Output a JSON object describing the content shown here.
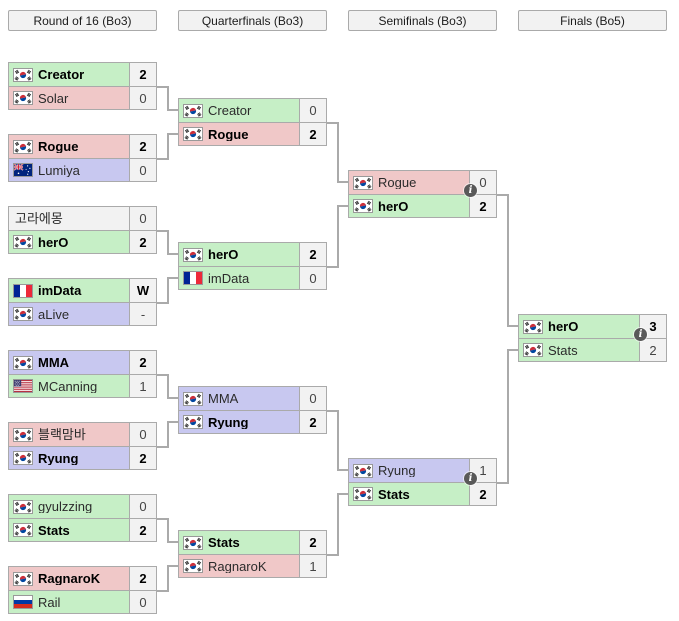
{
  "race_colors": {
    "green": "#c6efc6",
    "red": "#f0c8c8",
    "purple": "#c8c8f0",
    "none": "#f2f2f2"
  },
  "ui_colors": {
    "border": "#aaaaaa",
    "connector": "#aaaaaa",
    "score_bg": "#f2f2f2",
    "header_bg": "#f2f2f2",
    "info_icon_bg": "#595959"
  },
  "info_icon_glyph": "i",
  "columns": [
    {
      "header": "Round of 16 (Bo3)",
      "matches": [
        {
          "players": [
            {
              "name": "Creator",
              "flag": "kr",
              "race": "green",
              "score": "2",
              "winner": true
            },
            {
              "name": "Solar",
              "flag": "kr",
              "race": "red",
              "score": "0",
              "winner": false
            }
          ]
        },
        {
          "players": [
            {
              "name": "Rogue",
              "flag": "kr",
              "race": "red",
              "score": "2",
              "winner": true
            },
            {
              "name": "Lumiya",
              "flag": "au",
              "race": "purple",
              "score": "0",
              "winner": false
            }
          ]
        },
        {
          "players": [
            {
              "name": "고라에몽",
              "flag": null,
              "race": "none",
              "score": "0",
              "winner": false
            },
            {
              "name": "herO",
              "flag": "kr",
              "race": "green",
              "score": "2",
              "winner": true
            }
          ]
        },
        {
          "players": [
            {
              "name": "imData",
              "flag": "fr",
              "race": "green",
              "score": "W",
              "winner": true
            },
            {
              "name": "aLive",
              "flag": "kr",
              "race": "purple",
              "score": "-",
              "winner": false
            }
          ]
        },
        {
          "players": [
            {
              "name": "MMA",
              "flag": "kr",
              "race": "purple",
              "score": "2",
              "winner": true
            },
            {
              "name": "MCanning",
              "flag": "us",
              "race": "green",
              "score": "1",
              "winner": false
            }
          ]
        },
        {
          "players": [
            {
              "name": "블랙맘바",
              "flag": "kr",
              "race": "red",
              "score": "0",
              "winner": false
            },
            {
              "name": "Ryung",
              "flag": "kr",
              "race": "purple",
              "score": "2",
              "winner": true
            }
          ]
        },
        {
          "players": [
            {
              "name": "gyulzzing",
              "flag": "kr",
              "race": "green",
              "score": "0",
              "winner": false
            },
            {
              "name": "Stats",
              "flag": "kr",
              "race": "green",
              "score": "2",
              "winner": true
            }
          ]
        },
        {
          "players": [
            {
              "name": "RagnaroK",
              "flag": "kr",
              "race": "red",
              "score": "2",
              "winner": true
            },
            {
              "name": "Rail",
              "flag": "ru",
              "race": "green",
              "score": "0",
              "winner": false
            }
          ]
        }
      ]
    },
    {
      "header": "Quarterfinals (Bo3)",
      "matches": [
        {
          "players": [
            {
              "name": "Creator",
              "flag": "kr",
              "race": "green",
              "score": "0",
              "winner": false
            },
            {
              "name": "Rogue",
              "flag": "kr",
              "race": "red",
              "score": "2",
              "winner": true
            }
          ]
        },
        {
          "players": [
            {
              "name": "herO",
              "flag": "kr",
              "race": "green",
              "score": "2",
              "winner": true
            },
            {
              "name": "imData",
              "flag": "fr",
              "race": "green",
              "score": "0",
              "winner": false
            }
          ]
        },
        {
          "players": [
            {
              "name": "MMA",
              "flag": "kr",
              "race": "purple",
              "score": "0",
              "winner": false
            },
            {
              "name": "Ryung",
              "flag": "kr",
              "race": "purple",
              "score": "2",
              "winner": true
            }
          ]
        },
        {
          "players": [
            {
              "name": "Stats",
              "flag": "kr",
              "race": "green",
              "score": "2",
              "winner": true
            },
            {
              "name": "RagnaroK",
              "flag": "kr",
              "race": "red",
              "score": "1",
              "winner": false
            }
          ]
        }
      ]
    },
    {
      "header": "Semifinals (Bo3)",
      "matches": [
        {
          "has_info": true,
          "players": [
            {
              "name": "Rogue",
              "flag": "kr",
              "race": "red",
              "score": "0",
              "winner": false
            },
            {
              "name": "herO",
              "flag": "kr",
              "race": "green",
              "score": "2",
              "winner": true
            }
          ]
        },
        {
          "has_info": true,
          "players": [
            {
              "name": "Ryung",
              "flag": "kr",
              "race": "purple",
              "score": "1",
              "winner": false
            },
            {
              "name": "Stats",
              "flag": "kr",
              "race": "green",
              "score": "2",
              "winner": true
            }
          ]
        }
      ]
    },
    {
      "header": "Finals (Bo5)",
      "matches": [
        {
          "has_info": true,
          "players": [
            {
              "name": "herO",
              "flag": "kr",
              "race": "green",
              "score": "3",
              "winner": true
            },
            {
              "name": "Stats",
              "flag": "kr",
              "race": "green",
              "score": "2",
              "winner": false
            }
          ]
        }
      ]
    }
  ]
}
